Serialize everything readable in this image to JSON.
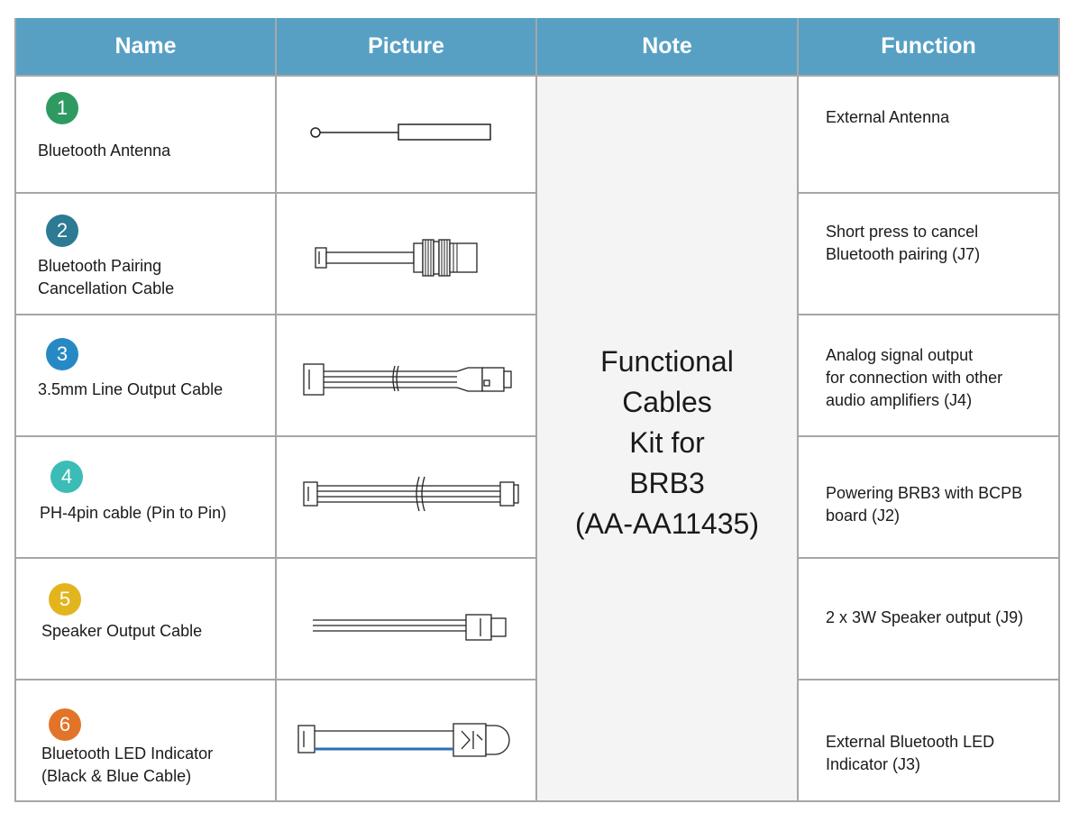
{
  "headers": {
    "name": "Name",
    "picture": "Picture",
    "note": "Note",
    "function": "Function"
  },
  "note": {
    "lines": [
      "Functional",
      "Cables",
      "Kit for",
      "BRB3",
      "(AA-AA11435)"
    ]
  },
  "rows": [
    {
      "number": "1",
      "color": "#2e9a62",
      "name_lines": [
        "Bluetooth Antenna"
      ],
      "function_lines": [
        "External Antenna"
      ],
      "picture": "antenna-drawing"
    },
    {
      "number": "2",
      "color": "#2c7a93",
      "name_lines": [
        "Bluetooth Pairing",
        "Cancellation Cable"
      ],
      "function_lines": [
        "Short press to cancel",
        "Bluetooth pairing (J7)"
      ],
      "picture": "pairing-button-cable-drawing"
    },
    {
      "number": "3",
      "color": "#2789c4",
      "name_lines": [
        "3.5mm Line Output Cable"
      ],
      "function_lines": [
        "Analog signal output",
        "for connection with other",
        "audio amplifiers (J4)"
      ],
      "picture": "line-output-cable-drawing"
    },
    {
      "number": "4",
      "color": "#3cbcb6",
      "name_lines": [
        "PH-4pin cable (Pin to Pin)"
      ],
      "function_lines": [
        "Powering BRB3 with BCPB",
        "board (J2)"
      ],
      "picture": "ph4pin-cable-drawing"
    },
    {
      "number": "5",
      "color": "#e2b51e",
      "name_lines": [
        "Speaker Output Cable"
      ],
      "function_lines": [
        "2 x 3W Speaker output (J9)"
      ],
      "picture": "speaker-cable-drawing"
    },
    {
      "number": "6",
      "color": "#e2742a",
      "name_lines": [
        "Bluetooth LED Indicator",
        "(Black & Blue Cable)"
      ],
      "function_lines": [
        "External Bluetooth LED",
        "Indicator (J3)"
      ],
      "picture": "led-indicator-cable-drawing"
    }
  ],
  "colors": {
    "header_bg": "#57a0c4",
    "border": "#a6a6a6",
    "note_bg": "#f4f4f4",
    "led_wire": "#2f6eb5"
  }
}
